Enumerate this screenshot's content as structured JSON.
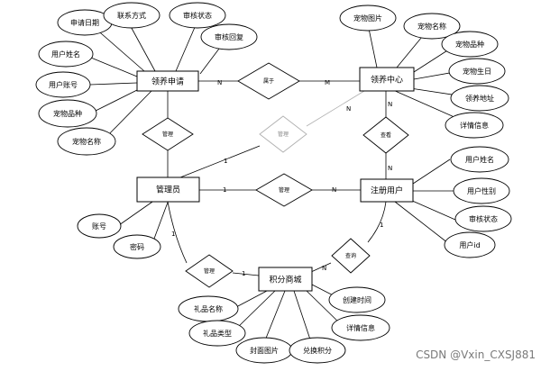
{
  "diagram": {
    "entities": {
      "adoption": "领养申请",
      "center": "领养中心",
      "admin": "管理员",
      "user": "注册用户",
      "mall": "积分商城"
    },
    "relations": {
      "adopt_center": "属于",
      "admin_adoption": "管理",
      "admin_center": "管理",
      "admin_user": "管理",
      "center_user": "查看",
      "admin_mall": "管理",
      "user_mall": "查询"
    },
    "attributes": {
      "adoption": [
        "申请日期",
        "联系方式",
        "审核状态",
        "审核回复",
        "用户姓名",
        "用户账号",
        "宠物品种",
        "宠物名称"
      ],
      "center": [
        "宠物图片",
        "宠物名称",
        "宠物品种",
        "宠物生日",
        "领养地址",
        "详情信息"
      ],
      "user": [
        "用户姓名",
        "用户性别",
        "审核状态",
        "用户id"
      ],
      "admin": [
        "账号",
        "密码"
      ],
      "mall": [
        "礼品名称",
        "礼品类型",
        "封面图片",
        "兑换积分",
        "详情信息",
        "创建时间"
      ]
    },
    "cardinalities": {
      "adopt_left": "N",
      "adopt_right": "M",
      "admin_center_admin": "1",
      "admin_center_center": "N",
      "admin_user_admin": "1",
      "admin_user_user": "N",
      "center_user_center": "N",
      "center_user_user": "N",
      "admin_mall_admin": "1",
      "admin_mall_mall": "1",
      "user_mall_user": "1",
      "user_mall_mall": "N"
    },
    "watermark": "CSDN @Vxin_CXSJ881"
  }
}
